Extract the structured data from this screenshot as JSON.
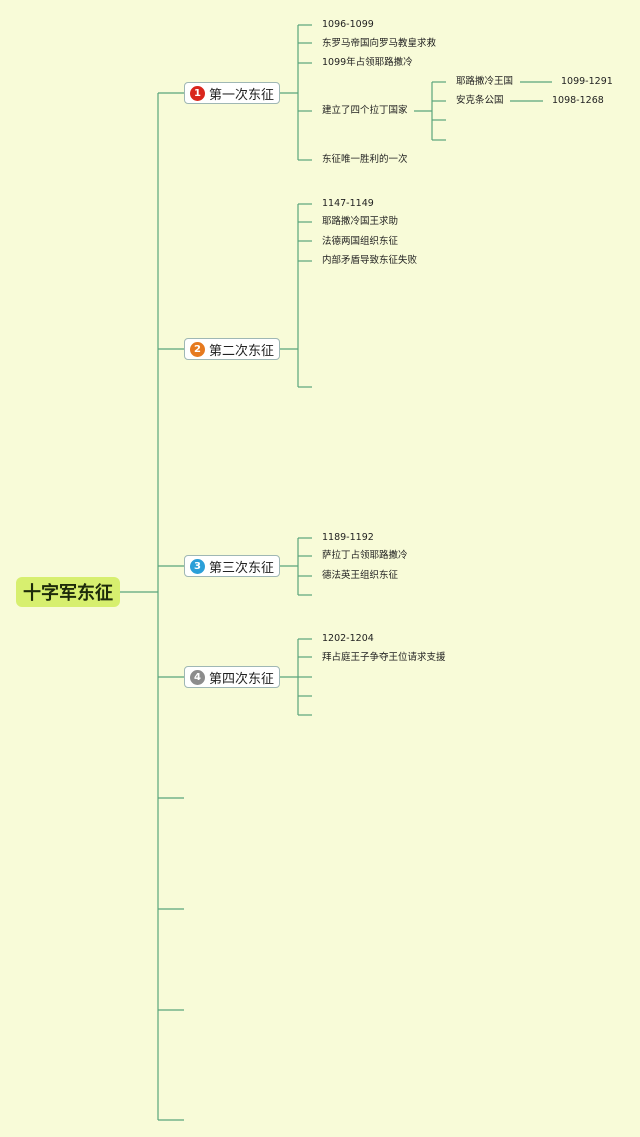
{
  "root": {
    "label": "十字军东征"
  },
  "crusades": [
    {
      "label": "第一次东征",
      "number": "1",
      "color": "#d9261c",
      "items": [
        {
          "text": "1096-1099"
        },
        {
          "text": "东罗马帝国向罗马教皇求救"
        },
        {
          "text": "1099年占领耶路撒冷"
        },
        {
          "text": "建立了四个拉丁国家",
          "children": [
            {
              "text": "耶路撒冷王国",
              "detail": "1099-1291"
            },
            {
              "text": "安克条公国",
              "detail": "1098-1268"
            },
            {
              "text": ""
            },
            {
              "text": ""
            }
          ]
        },
        {
          "text": "东征唯一胜利的一次"
        }
      ]
    },
    {
      "label": "第二次东征",
      "number": "2",
      "color": "#e67a1f",
      "items": [
        {
          "text": "1147-1149"
        },
        {
          "text": "耶路撒冷国王求助"
        },
        {
          "text": "法德两国组织东征"
        },
        {
          "text": "内部矛盾导致东征失败"
        },
        {
          "text": ""
        }
      ]
    },
    {
      "label": "第三次东征",
      "number": "3",
      "color": "#2b9fd8",
      "items": [
        {
          "text": "1189-1192"
        },
        {
          "text": "萨拉丁占领耶路撒冷"
        },
        {
          "text": "德法英王组织东征"
        },
        {
          "text": ""
        }
      ]
    },
    {
      "label": "第四次东征",
      "number": "4",
      "color": "#8c8c8c",
      "items": [
        {
          "text": "1202-1204"
        },
        {
          "text": "拜占庭王子争夺王位请求支援"
        },
        {
          "text": ""
        },
        {
          "text": ""
        },
        {
          "text": ""
        }
      ]
    },
    {
      "label": ""
    },
    {
      "label": ""
    },
    {
      "label": ""
    },
    {
      "label": ""
    }
  ],
  "colors": {
    "line": "#5aa57c",
    "background": "#f8fbd8",
    "root_fill": "#d7ef6f"
  }
}
